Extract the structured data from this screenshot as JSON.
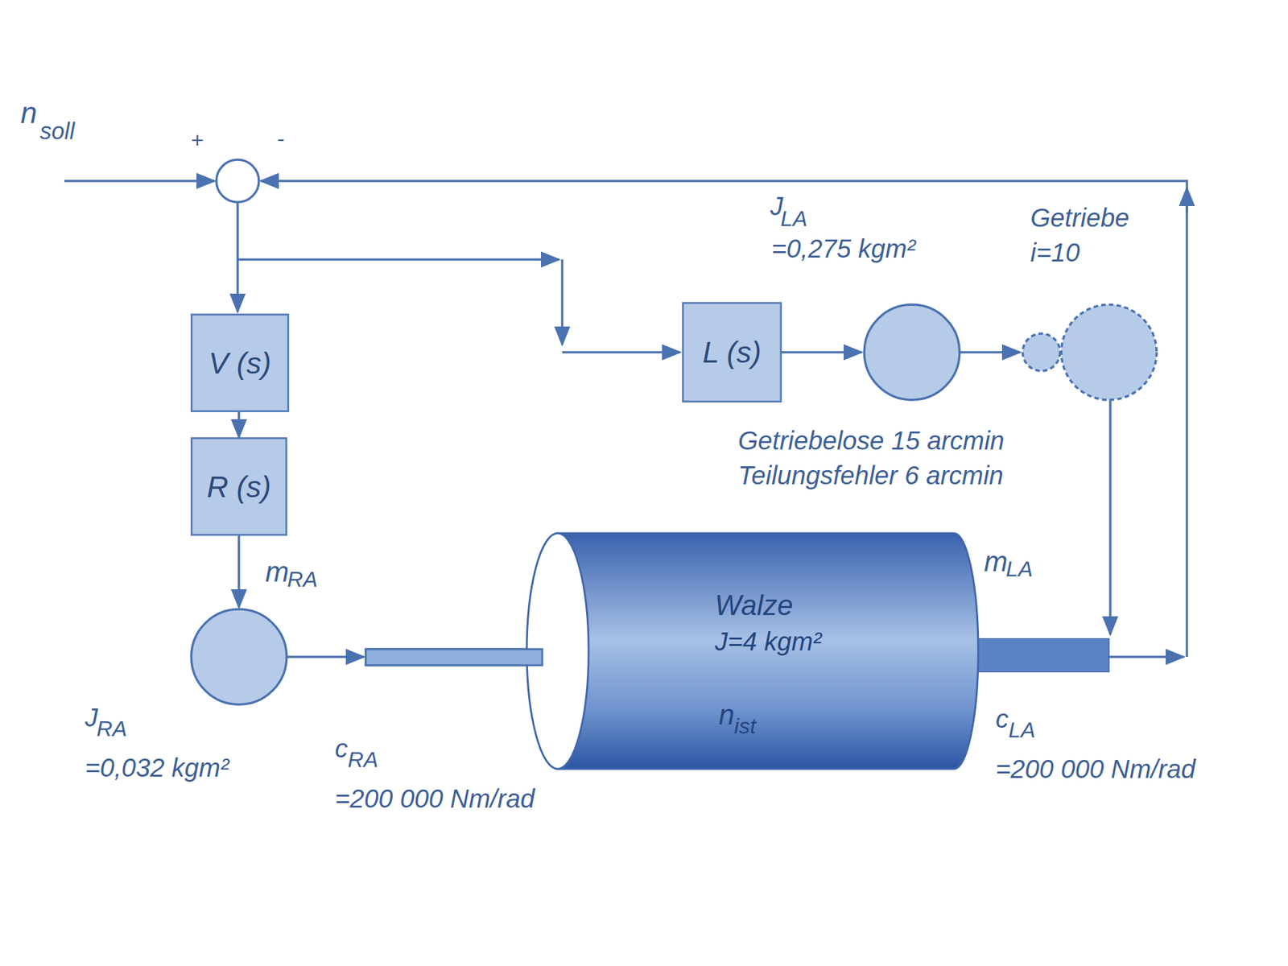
{
  "diagram": {
    "nodes": [
      {
        "text": [
          "V (s)"
        ]
      },
      {
        "text": [
          "R (s)"
        ]
      },
      {
        "text": [
          "L (s)"
        ]
      },
      {
        "text": [
          "Walze",
          "J=4 kgm²",
          "n",
          "ist"
        ]
      }
    ],
    "edges": [
      {
        "from": 0,
        "to": 1,
        "arrow": "to"
      }
    ],
    "labels": [
      "n",
      "soll",
      "+",
      "-",
      "J",
      "LA",
      "=0,275 kgm²",
      "Getriebe",
      "i=10",
      "Getriebelose 15 arcmin",
      "Teilungsfehler 6 arcmin",
      "m",
      "LA",
      "m",
      "RA",
      "J",
      "RA",
      "=0,032 kgm²",
      "c",
      "RA",
      "=200 000 Nm/rad",
      "c",
      "LA",
      "=200 000 Nm/rad"
    ]
  }
}
